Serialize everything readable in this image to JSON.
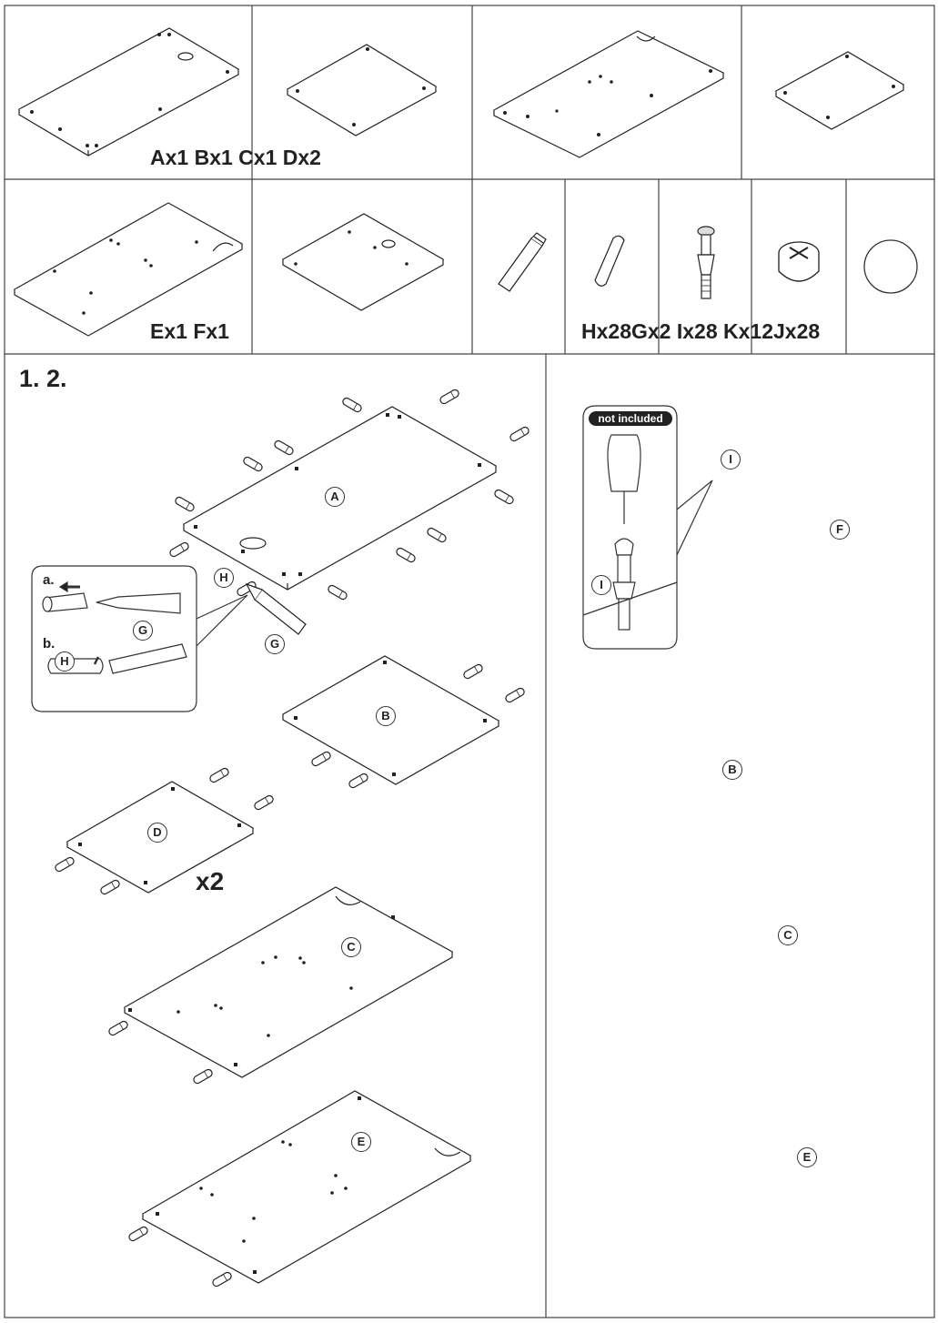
{
  "parts_header": {
    "row1_caption": "Ax1 Bx1 Cx1 Dx2",
    "row2_caption_panels": "Ex1 Fx1",
    "row2_caption_hardware": "Hx28Gx2 Ix28 Kx12Jx28"
  },
  "steps": {
    "title": "1. 2.",
    "inset": {
      "sub_a": "a.",
      "sub_b": "b.",
      "label_g": "G",
      "label_h": "H"
    },
    "multiplier": "x2"
  },
  "panel_labels": {
    "A": "A",
    "B": "B",
    "C": "C",
    "D": "D",
    "E": "E",
    "F": "F",
    "G": "G",
    "H": "H",
    "I": "I"
  },
  "right_inset": {
    "badge": "not included",
    "part": "I"
  }
}
